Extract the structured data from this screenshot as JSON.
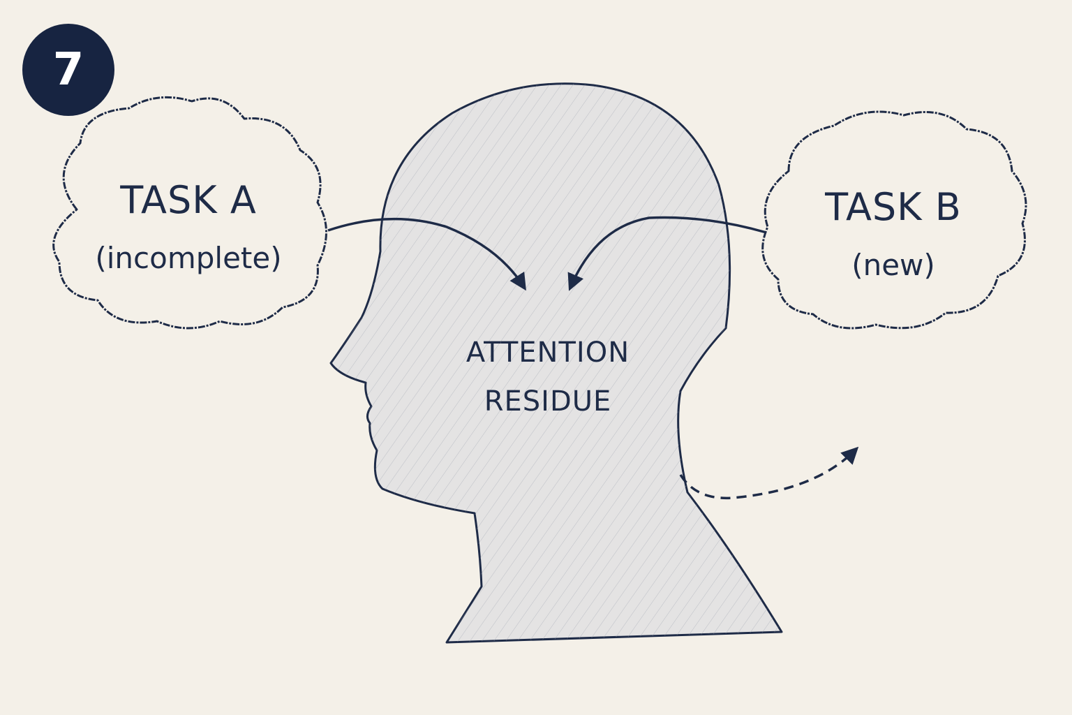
{
  "badge": {
    "number": "7"
  },
  "task_a": {
    "title": "TASK A",
    "subtitle": "(incomplete)"
  },
  "task_b": {
    "title": "TASK B",
    "subtitle": "(new)"
  },
  "center": {
    "line1": "ATTENTION",
    "line2": "RESIDUE"
  },
  "colors": {
    "ink": "#1e2b47",
    "paper": "#f4f0e8",
    "badge": "#172441",
    "head_fill": "#e4e3e3"
  }
}
